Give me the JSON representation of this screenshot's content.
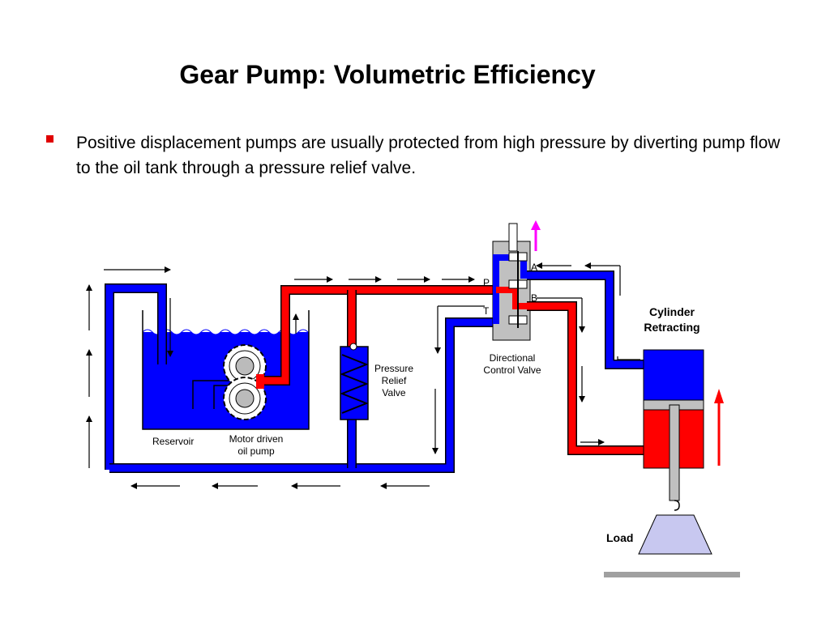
{
  "slide": {
    "title": "Gear Pump: Volumetric Efficiency",
    "bullet": "Positive displacement pumps are usually protected from high pressure by diverting pump flow to the oil tank through a pressure relief valve."
  },
  "diagram": {
    "reservoir_label": "Reservoir",
    "pump_label_1": "Motor driven",
    "pump_label_2": "oil pump",
    "relief_label_1": "Pressure",
    "relief_label_2": "Relief",
    "relief_label_3": "Valve",
    "dcv_label_1": "Directional",
    "dcv_label_2": "Control Valve",
    "port_p": "P",
    "port_t": "T",
    "port_a": "A",
    "port_b": "B",
    "cylinder_label_1": "Cylinder",
    "cylinder_label_2": "Retracting",
    "load_label": "Load"
  },
  "colors": {
    "return_line": "#0000ff",
    "pressure_line": "#ff0000",
    "bullet": "#e00000",
    "spool_arrow": "#ff00ff",
    "load": "#c8c8f0"
  }
}
